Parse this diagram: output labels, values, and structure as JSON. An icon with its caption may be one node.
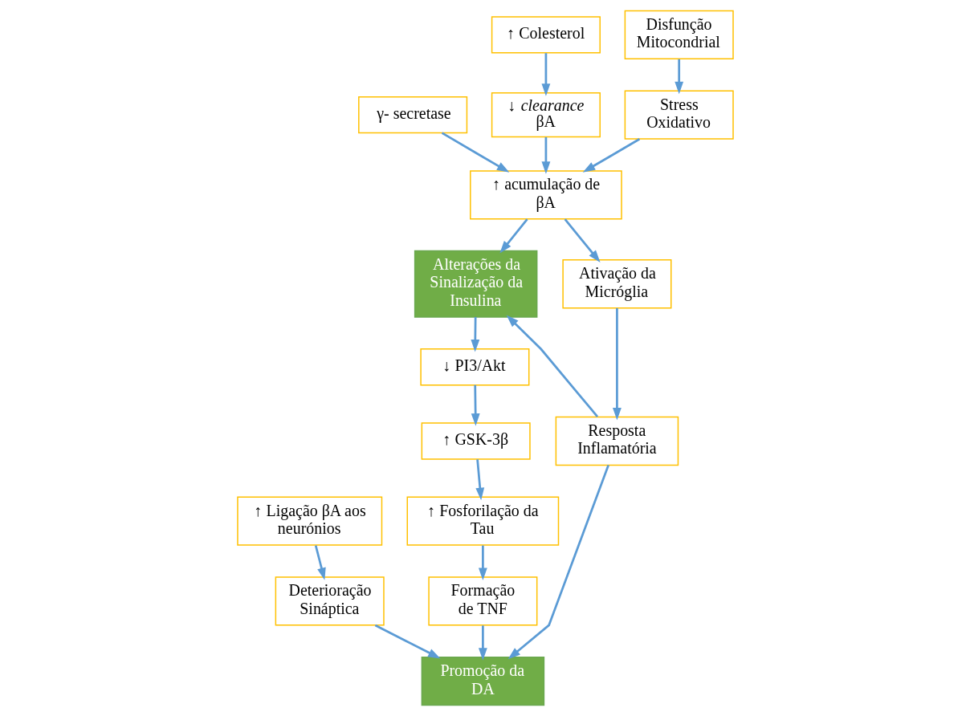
{
  "diagram": {
    "nodes": [
      {
        "text": [
          "Alterações da Sinalização da Insulina"
        ]
      },
      {
        "text": [
          "γ- secretase"
        ]
      },
      {
        "text": [
          "↑ Colesterol"
        ]
      },
      {
        "text": [
          "↓ PI3/Akt"
        ]
      },
      {
        "text": [
          "↑ Ligação βA aos neurónios"
        ]
      },
      {
        "text": [
          "Disfunção Mitocondrial"
        ]
      },
      {
        "text": [
          "↓ *clearance* βA"
        ]
      },
      {
        "text": [
          "↑ GSK-3β"
        ]
      },
      {
        "text": [
          "Deterioração Sináptica"
        ]
      },
      {
        "text": [
          "↑ Fosforilação da Tau"
        ]
      },
      {
        "text": [
          "↑ acumulação de βA"
        ]
      },
      {
        "text": [
          "Stress Oxidativo"
        ]
      },
      {
        "text": [
          "Formação de TNF"
        ]
      },
      {
        "text": [
          "Ativação da Micróglia"
        ]
      },
      {
        "text": [
          "Resposta Inflamatória"
        ]
      },
      {
        "text": [
          "Promoção da DA"
        ]
      }
    ],
    "edges": [
      {
        "from": 0,
        "to": 3,
        "arrow": "to"
      },
      {
        "from": 3,
        "to": 7,
        "arrow": "to"
      },
      {
        "from": 7,
        "to": 9,
        "arrow": "to"
      },
      {
        "from": 9,
        "to": 12,
        "arrow": "to"
      },
      {
        "from": 12,
        "to": 15,
        "arrow": "to"
      },
      {
        "from": 4,
        "to": 8,
        "arrow": "to"
      },
      {
        "from": 8,
        "to": 15,
        "arrow": "to"
      },
      {
        "from": 2,
        "to": 6,
        "arrow": "to"
      },
      {
        "from": 6,
        "to": 10,
        "arrow": "to"
      },
      {
        "from": 1,
        "to": 10,
        "arrow": "to"
      },
      {
        "from": 5,
        "to": 11,
        "arrow": "to"
      },
      {
        "from": 11,
        "to": 10,
        "arrow": "to"
      },
      {
        "from": 10,
        "to": 0,
        "arrow": "to"
      },
      {
        "from": 10,
        "to": 13,
        "arrow": "to"
      },
      {
        "from": 13,
        "to": 14,
        "arrow": "to"
      },
      {
        "from": 14,
        "to": 15,
        "arrow": "to"
      },
      {
        "from": 14,
        "to": 0,
        "arrow": "to"
      }
    ]
  }
}
